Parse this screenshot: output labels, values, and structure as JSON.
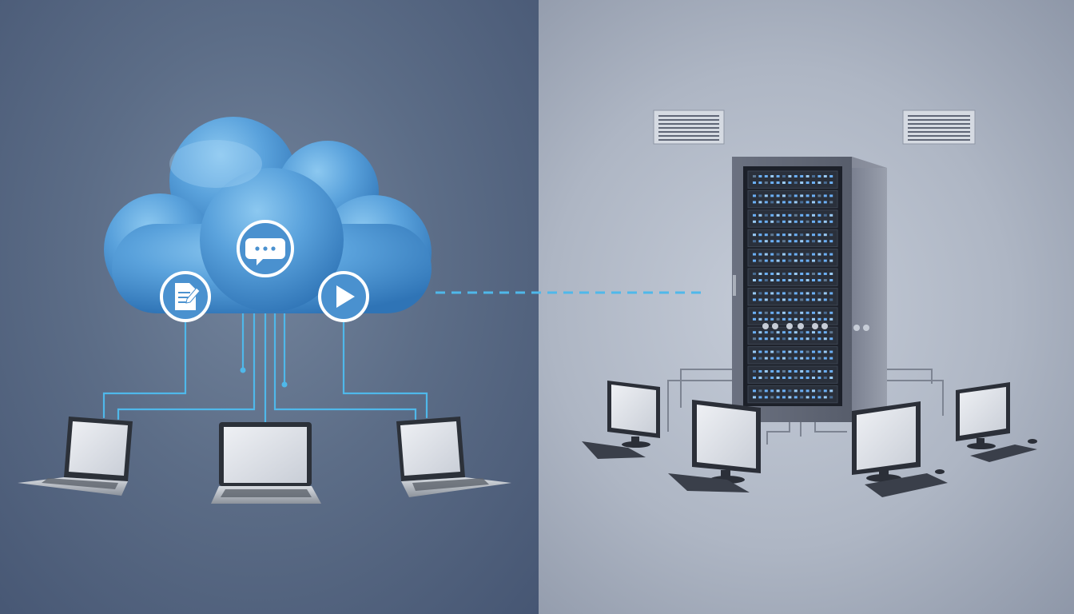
{
  "scene": {
    "description_tag": "cloud-vs-on-premise-illustration"
  },
  "colors": {
    "left_background": "#5c6d87",
    "right_background": "#b2bac7",
    "cloud": "#4f97d3",
    "cloud_highlight": "#7fbfec",
    "connector_line": "#4fb8ea",
    "server_body": "#5f6676",
    "server_led": "#6fb6ff",
    "screen": "#dde1e8",
    "monitor_frame": "#2b2f38"
  },
  "cloud_icons": [
    "document-icon",
    "chat-bubble-icon",
    "play-icon"
  ],
  "devices": {
    "laptops": 3,
    "desktop_workstations": 4,
    "server_rack_units": 12,
    "wall_vents": 2
  }
}
